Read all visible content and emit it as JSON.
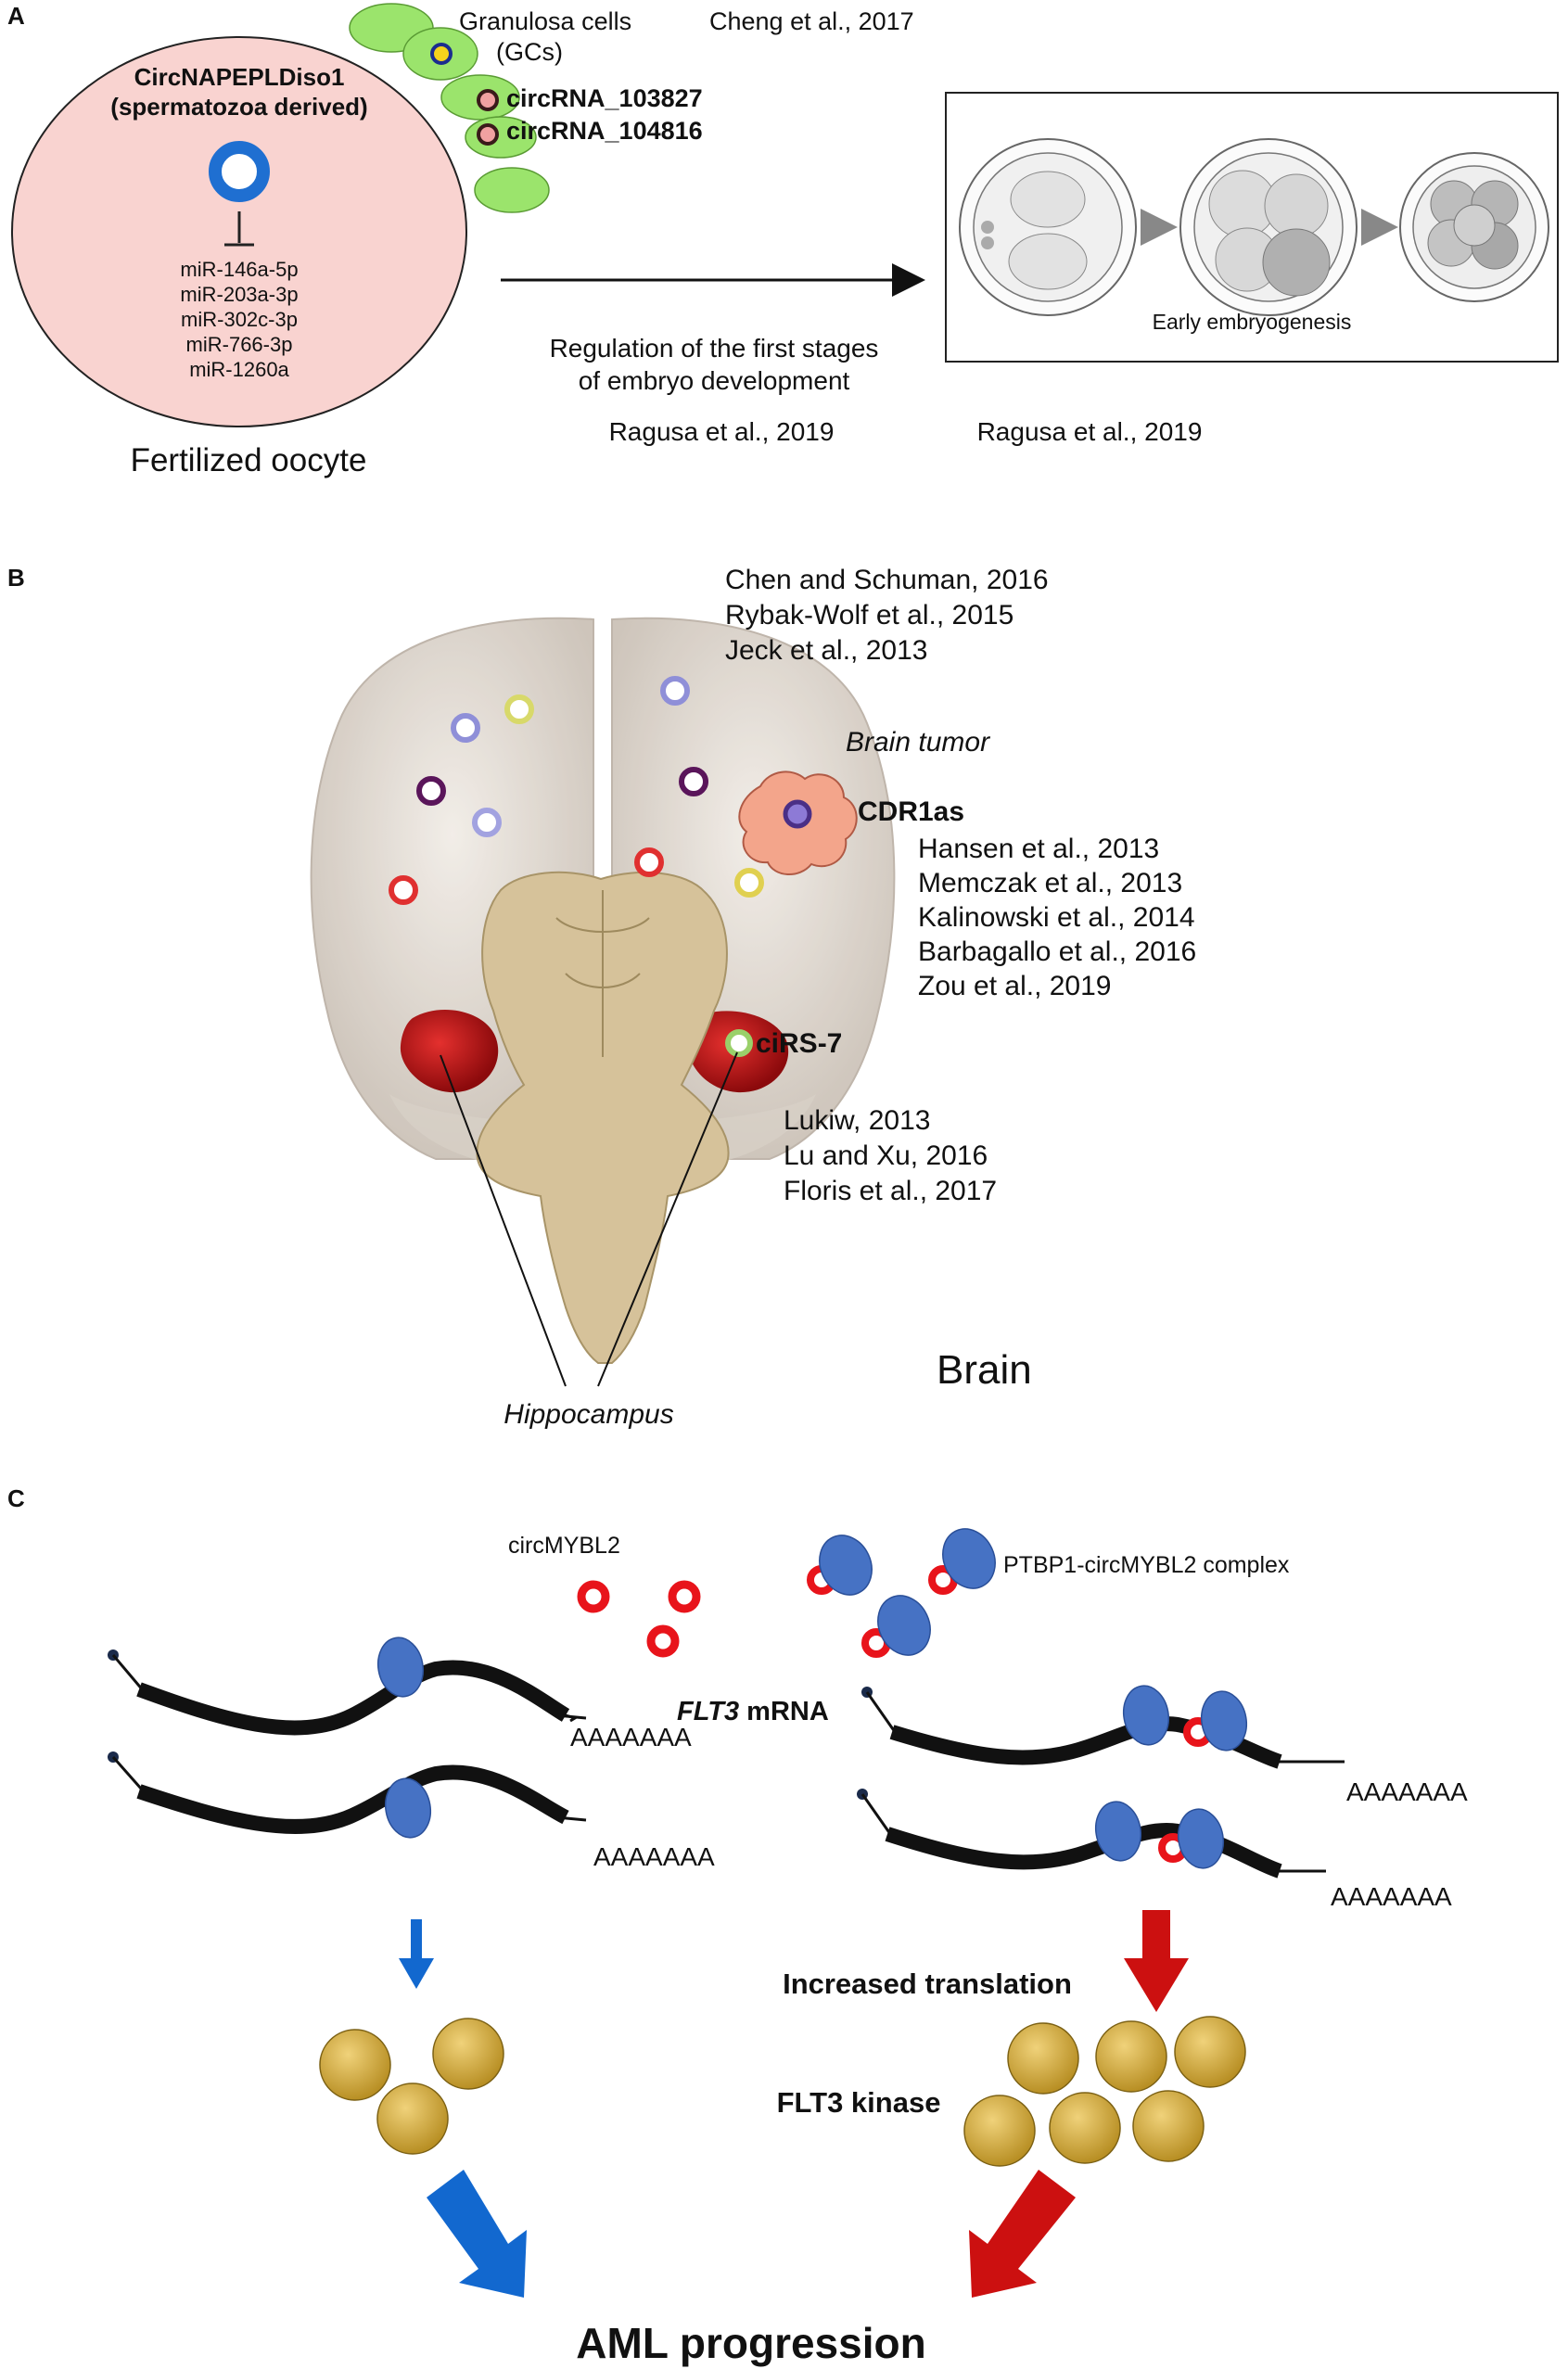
{
  "panel_a": {
    "letter": "A",
    "gc_label_1": "Granulosa cells",
    "gc_label_2": "(GCs)",
    "gc_citation": "Cheng et al., 2017",
    "circ_title_1": "CircNAPEPLDiso1",
    "circ_title_2": "(spermatozoa derived)",
    "mirnas": [
      "miR-146a-5p",
      "miR-203a-3p",
      "miR-302c-3p",
      "miR-766-3p",
      "miR-1260a"
    ],
    "circ_gc_1": "circRNA_103827",
    "circ_gc_2": "circRNA_104816",
    "oocyte_label": "Fertilized oocyte",
    "regulation_1": "Regulation of the first stages",
    "regulation_2": "of embryo development",
    "regulation_citation": "Ragusa et al., 2019",
    "embryo_caption": "Early embryogenesis",
    "embryo_citation": "Ragusa et al., 2019",
    "colors": {
      "oocyte": "#f9d3d0",
      "gc": "#9be46c",
      "circ_blue": "#1f6fd1"
    }
  },
  "panel_b": {
    "letter": "B",
    "top_citations": [
      "Chen and Schuman, 2016",
      "Rybak-Wolf et al., 2015",
      "Jeck et al., 2013"
    ],
    "tumor_label": "Brain tumor",
    "cdr1as_label": "CDR1as",
    "cdr1as_citations": [
      "Hansen et al., 2013",
      "Memczak et al., 2013",
      "Kalinowski et al., 2014",
      "Barbagallo et al., 2016",
      "Zou et al., 2019"
    ],
    "cirs7_label": "ciRS-7",
    "cirs7_citations": [
      "Lukiw, 2013",
      "Lu and Xu, 2016",
      "Floris et al., 2017"
    ],
    "brain_label": "Brain",
    "hippocampus_label": "Hippocampus",
    "colors": {
      "brainstem": "#d6c29a",
      "hippocampus": "#c0161b",
      "tumor": "#f3a58b"
    }
  },
  "panel_c": {
    "letter": "C",
    "circmybl2_label": "circMYBL2",
    "complex_label": "PTBP1-circMYBL2 complex",
    "mrna_label_italic": "FLT3",
    "mrna_label_rest": " mRNA",
    "polya": "AAAAAAA",
    "increased_label": "Increased  translation",
    "kinase_label": "FLT3  kinase",
    "aml_label": "AML progression",
    "colors": {
      "protein": "#4672c4",
      "circ": "#e8141b",
      "kinase": "#c9a43c",
      "blue_arrow": "#1268cf",
      "red_arrow": "#cc1010"
    }
  }
}
